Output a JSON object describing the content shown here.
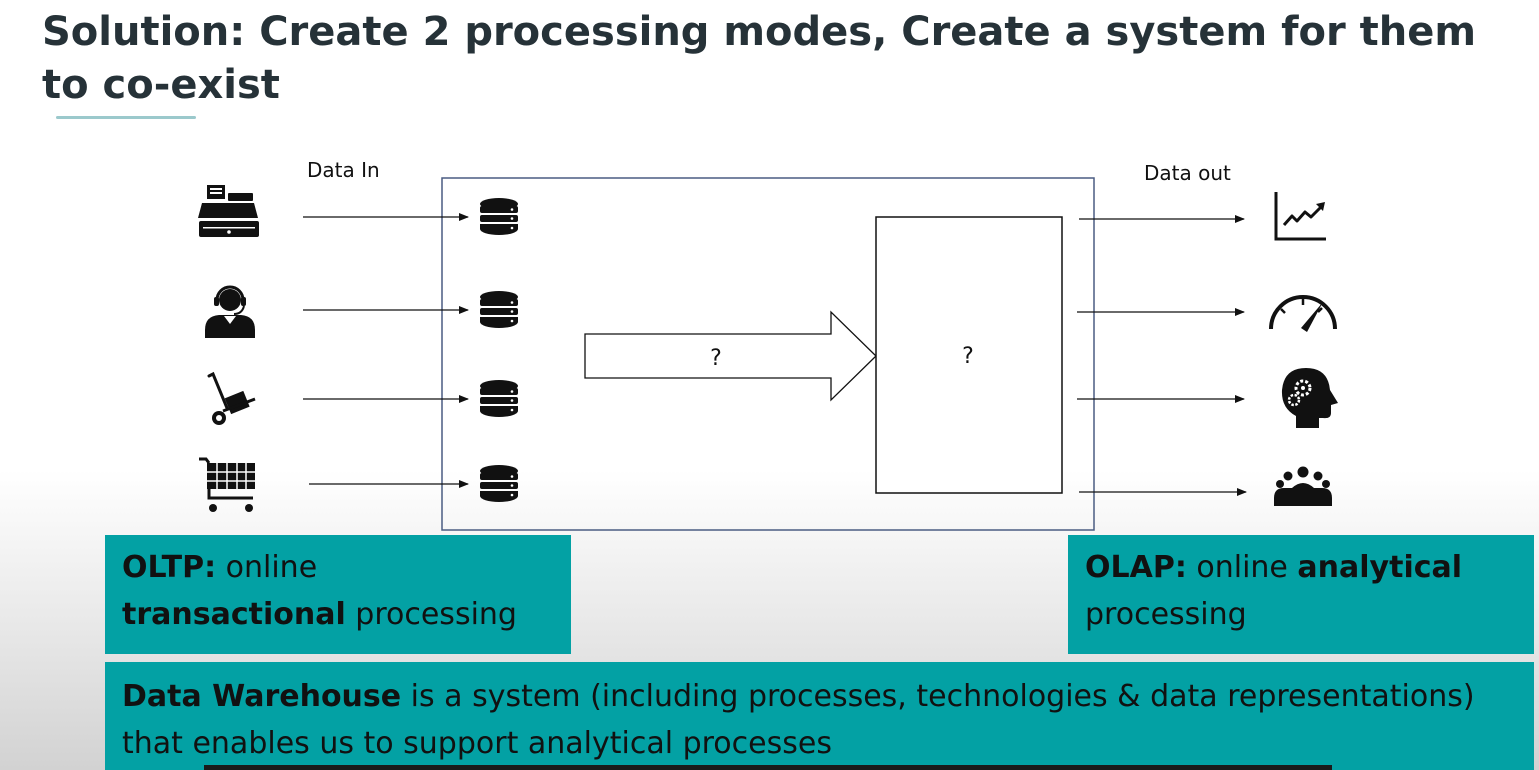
{
  "slide": {
    "title": "Solution: Create 2 processing modes, Create a system for them to co-exist"
  },
  "diagram": {
    "data_in_label": "Data In",
    "data_out_label": "Data out",
    "process_arrow_label": "?",
    "process_box_label": "?",
    "sources": [
      "cash-register-icon",
      "customer-service-icon",
      "hand-truck-icon",
      "shopping-cart-icon"
    ],
    "outputs": [
      "line-chart-icon",
      "speedometer-icon",
      "head-gears-icon",
      "team-icon"
    ]
  },
  "oltp": {
    "term": "OLTP:",
    "text_1": " online",
    "bold_2": "transactional",
    "text_2": " processing"
  },
  "olap": {
    "term": "OLAP:",
    "text_1": " online ",
    "bold_1": "analytical",
    "text_2": "processing"
  },
  "warehouse": {
    "term": "Data Warehouse",
    "text_1": " is a system (including processes, technologies & data representations)",
    "text_2": "that enables us to support analytical processes"
  },
  "colors": {
    "teal": "#03a1a4",
    "title": "#263238",
    "frame": "#4a5c82"
  }
}
